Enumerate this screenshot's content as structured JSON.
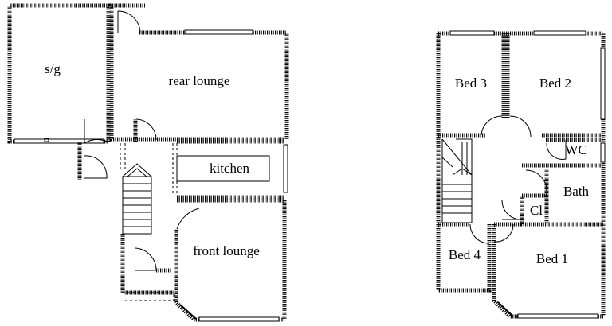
{
  "ground_floor": {
    "rooms": {
      "sg": "s/g",
      "rear_lounge": "rear lounge",
      "kitchen": "kitchen",
      "front_lounge": "front lounge"
    }
  },
  "first_floor": {
    "rooms": {
      "bed3": "Bed 3",
      "bed2": "Bed 2",
      "wc": "WC",
      "bath": "Bath",
      "cl": "Cl",
      "bed4": "Bed 4",
      "bed1": "Bed 1"
    }
  },
  "colors": {
    "line": "#000000",
    "background": "#ffffff"
  }
}
